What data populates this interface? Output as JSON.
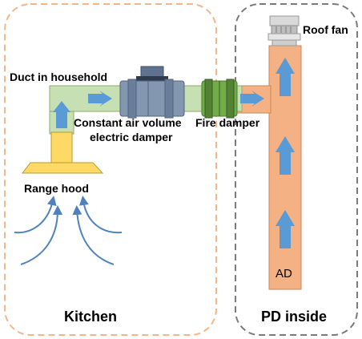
{
  "regions": {
    "kitchen": {
      "label": "Kitchen",
      "border_color": "#f2b68a"
    },
    "pd_inside": {
      "label": "PD inside",
      "border_color": "#7a7a7a"
    }
  },
  "labels": {
    "roof_fan": "Roof fan",
    "duct_in_household": "Duct in household",
    "constant_air_volume_line1": "Constant air volume",
    "constant_air_volume_line2": "electric damper",
    "fire_damper": "Fire damper",
    "range_hood": "Range hood",
    "ad": "AD"
  },
  "colors": {
    "household_duct": "#c6e0b4",
    "household_duct_stroke": "#8faa6c",
    "shaft": "#f4b183",
    "shaft_stroke": "#c48a5d",
    "hood": "#ffd966",
    "hood_stroke": "#b89a2c",
    "damper": "#8497b0",
    "fire_damper": "#70ad47",
    "flow_arrow": "#5b9bd5",
    "airflow_curve": "#4f81bd"
  },
  "icons": {
    "roof_fan": "roof-fan-icon",
    "flow": "flow-arrow-icon",
    "airflow": "airflow-curve-icon"
  }
}
